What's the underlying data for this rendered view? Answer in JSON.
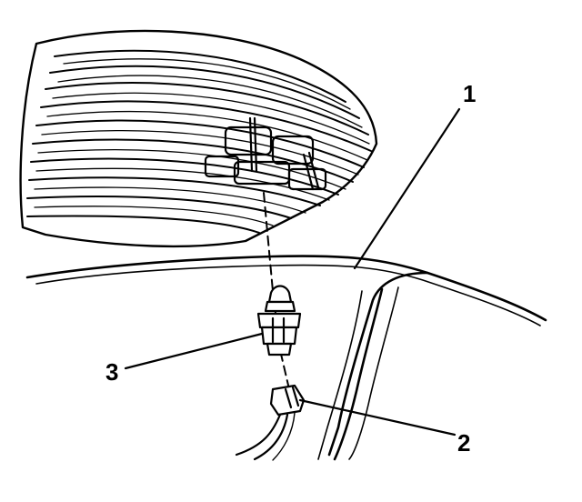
{
  "figure": {
    "callouts": [
      {
        "id": "1",
        "label": "1"
      },
      {
        "id": "2",
        "label": "2"
      },
      {
        "id": "3",
        "label": "3"
      }
    ]
  },
  "colors": {
    "line": "#000000",
    "background": "#ffffff"
  }
}
